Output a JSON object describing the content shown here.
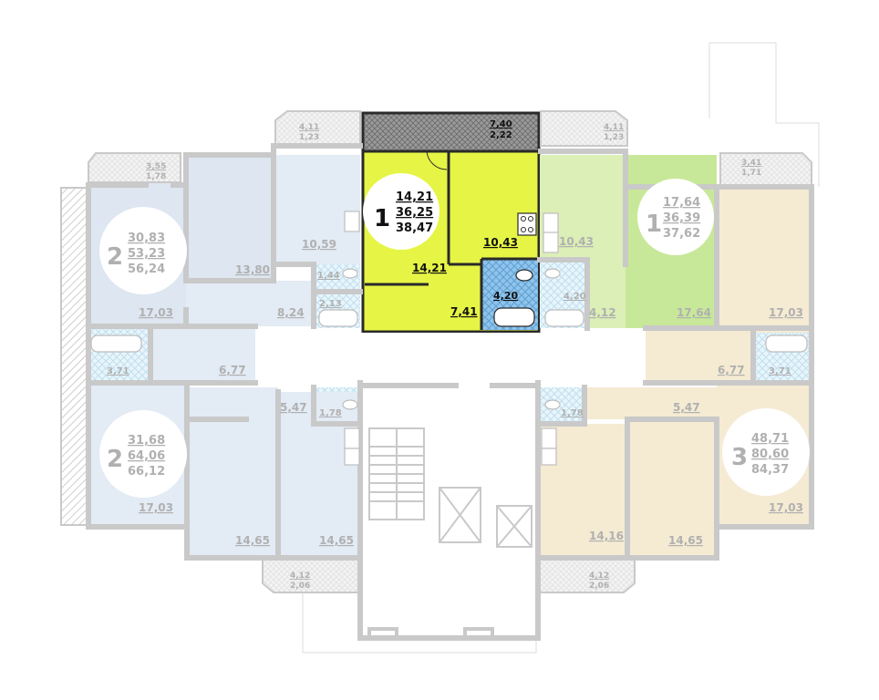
{
  "colors": {
    "highlight": "#e6f545",
    "highlight_bath": "#8fc4ec",
    "apt_1r_green": "#dcefb6",
    "apt_1r_green2": "#c8e899",
    "apt_2r_blue": "#dde6f1",
    "apt_2r_blue2": "#e3ebf5",
    "apt_3r_beige": "#f5ebd3",
    "wall": "#c9c9c9",
    "wall_dark": "#2a2a2a",
    "text_grey": "#b0b0b0",
    "text_dark": "#111111"
  },
  "apartments": {
    "left_top": {
      "rooms": "2",
      "living": "30,83",
      "total": "53,23",
      "with_balcony": "56,24"
    },
    "center_highlight": {
      "rooms": "1",
      "living": "14,21",
      "total": "36,25",
      "with_balcony": "38,47"
    },
    "right_green": {
      "rooms": "1",
      "living": "17,64",
      "total": "36,39",
      "with_balcony": "37,62"
    },
    "left_bottom": {
      "rooms": "2",
      "living": "31,68",
      "total": "64,06",
      "with_balcony": "66,12"
    },
    "right_bottom": {
      "rooms": "3",
      "living": "48,71",
      "total": "80,60",
      "with_balcony": "84,37"
    }
  },
  "highlight_rooms": {
    "balcony_a": "7,40",
    "balcony_b": "2,22",
    "room": "14,21",
    "kitchen": "10,43",
    "bath": "4,20",
    "hall": "7,41"
  },
  "room_labels": {
    "bal_tl_a": "3,55",
    "bal_tl_b": "1,78",
    "bal_tcl_a": "4,11",
    "bal_tcl_b": "1,23",
    "bal_tcr_a": "4,11",
    "bal_tcr_b": "1,23",
    "bal_tr_a": "3,41",
    "bal_tr_b": "1,71",
    "bal_bl_a": "4,12",
    "bal_bl_b": "2,06",
    "bal_br_a": "4,12",
    "bal_br_b": "2,06",
    "lt_room": "13,80",
    "lt_kitchen": "10,59",
    "lt_wc": "1,44",
    "lt_bath": "2,13",
    "lt_big": "17,03",
    "lt_hall": "8,24",
    "rg_kitchen": "10,43",
    "rg_bath": "4,20",
    "rg_hall": "4,12",
    "rg_room": "17,64",
    "rr_top": "17,03",
    "lb_bath": "3,71",
    "lb_hall": "6,77",
    "lb_kitchen": "5,47",
    "lb_wc": "1,78",
    "lb_big": "17,03",
    "lb_room1": "14,65",
    "lb_room2": "14,65",
    "rb_wc": "1,78",
    "rb_kitchen": "5,47",
    "rb_hall": "6,77",
    "rb_bath": "3,71",
    "rb_big": "17,03",
    "rb_room1": "14,16",
    "rb_room2": "14,65"
  }
}
